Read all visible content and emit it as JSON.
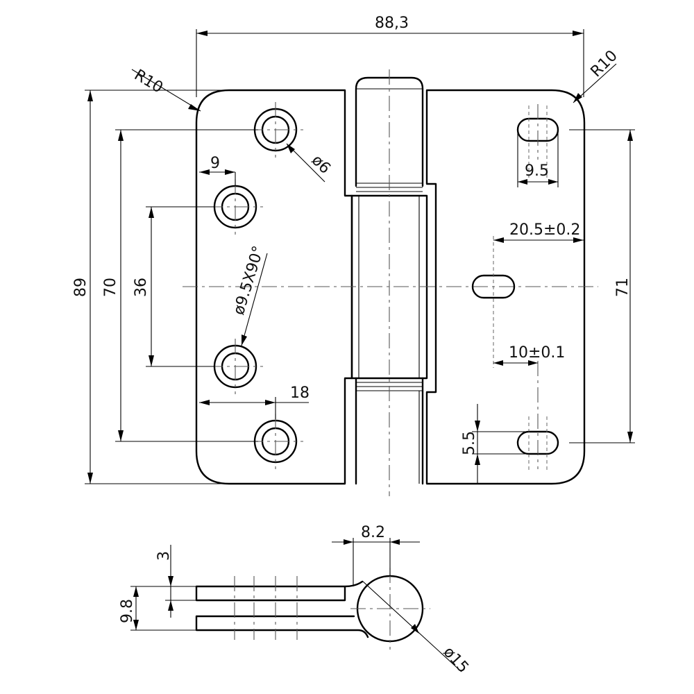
{
  "dimensions": {
    "width_overall": "88,3",
    "radius_top_left": "R10",
    "radius_top_right": "R10",
    "hole_diameter": "ø6",
    "edge_to_hole": "9",
    "countersink": "ø9.5X90°",
    "height_overall": "89",
    "outer_hole_spacing": "70",
    "inner_hole_spacing": "36",
    "hole_offset": "18",
    "slot_length": "9.5",
    "slot_edge_distance": "20.5±0.2",
    "slot_spacing": "71",
    "slot_offset": "10±0.1",
    "slot_edge_bottom": "5.5",
    "knuckle_offset": "8.2",
    "leaf_thickness": "3",
    "closed_thickness": "9.8",
    "knuckle_diameter": "ø15"
  }
}
